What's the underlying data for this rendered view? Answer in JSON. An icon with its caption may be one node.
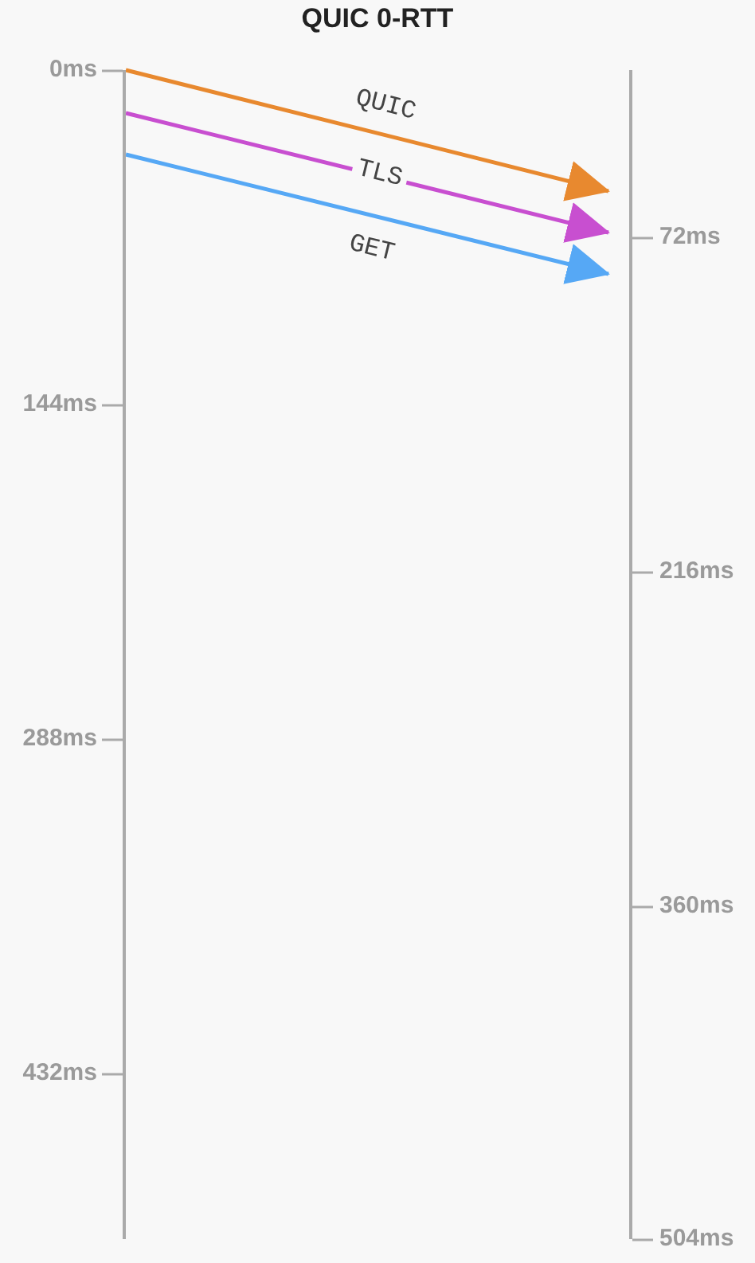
{
  "diagram": {
    "title": "QUIC 0-RTT",
    "nodes": [
      {
        "text": [],
        "shape": "bar"
      },
      {
        "text": [],
        "shape": "bar"
      }
    ],
    "edges": [
      {
        "from": 0,
        "to": 1,
        "arrow": "to",
        "label": "QUIC",
        "color": "#e8892f"
      },
      {
        "from": 0,
        "to": 1,
        "arrow": "to",
        "label": "TLS",
        "color": "#c84fd0"
      },
      {
        "from": 0,
        "to": 1,
        "arrow": "to",
        "label": "GET",
        "color": "#56a8f5"
      }
    ],
    "labels": [
      "0ms",
      "72ms",
      "144ms",
      "216ms",
      "288ms",
      "360ms",
      "432ms",
      "504ms"
    ]
  }
}
